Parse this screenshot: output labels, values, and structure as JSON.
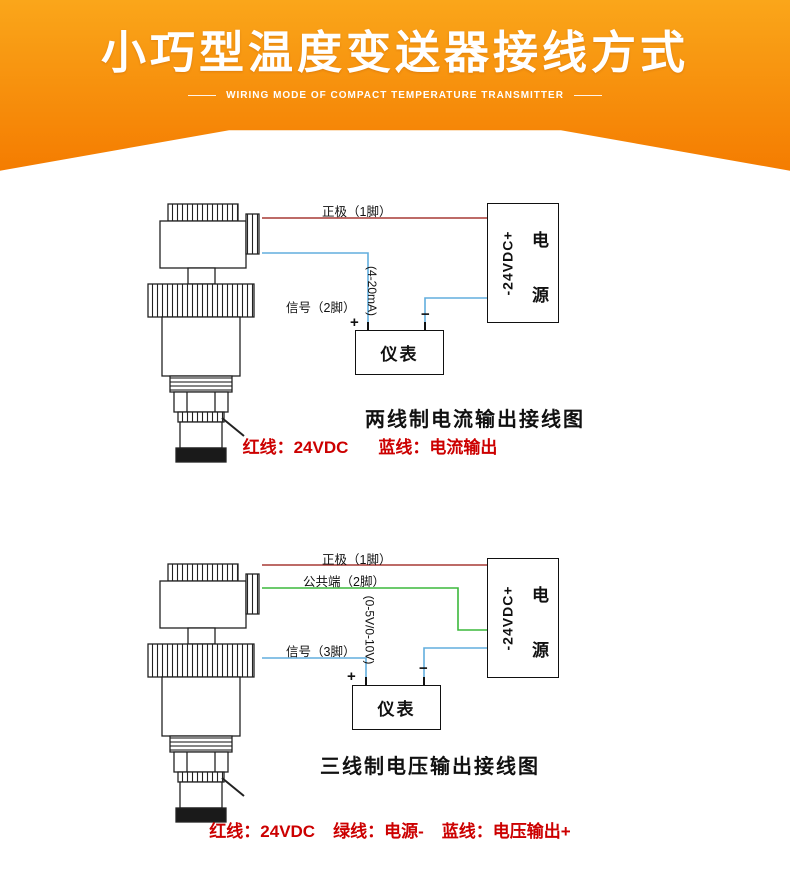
{
  "header": {
    "title": "小巧型温度变送器接线方式",
    "subtitle": "WIRING MODE OF COMPACT TEMPERATURE TRANSMITTER"
  },
  "colors": {
    "banner_top": "#faa61a",
    "banner_bottom": "#f47b00",
    "wire_red": "#a73a35",
    "wire_blue": "#62aede",
    "wire_green": "#3cb83c",
    "note_red": "#cc0000"
  },
  "diagram1": {
    "labels": {
      "positive": "正极（1脚）",
      "signal": "信号（2脚）",
      "range": "(4-20mA)"
    },
    "caption": "两线制电流输出接线图",
    "notes": [
      "红线：24VDC",
      "蓝线：电流输出"
    ]
  },
  "diagram2": {
    "labels": {
      "positive": "正极（1脚）",
      "common": "公共端（2脚）",
      "signal": "信号（3脚）",
      "range": "(0-5V/0-10V)"
    },
    "caption": "三线制电压输出接线图",
    "notes": [
      "红线：24VDC",
      "绿线：电源-",
      "蓝线：电压输出+"
    ]
  },
  "power_box": {
    "rating": "-24VDC+",
    "char_top": "电",
    "char_bottom": "源"
  },
  "instrument_box": {
    "label": "仪表",
    "plus": "+",
    "minus": "−"
  }
}
